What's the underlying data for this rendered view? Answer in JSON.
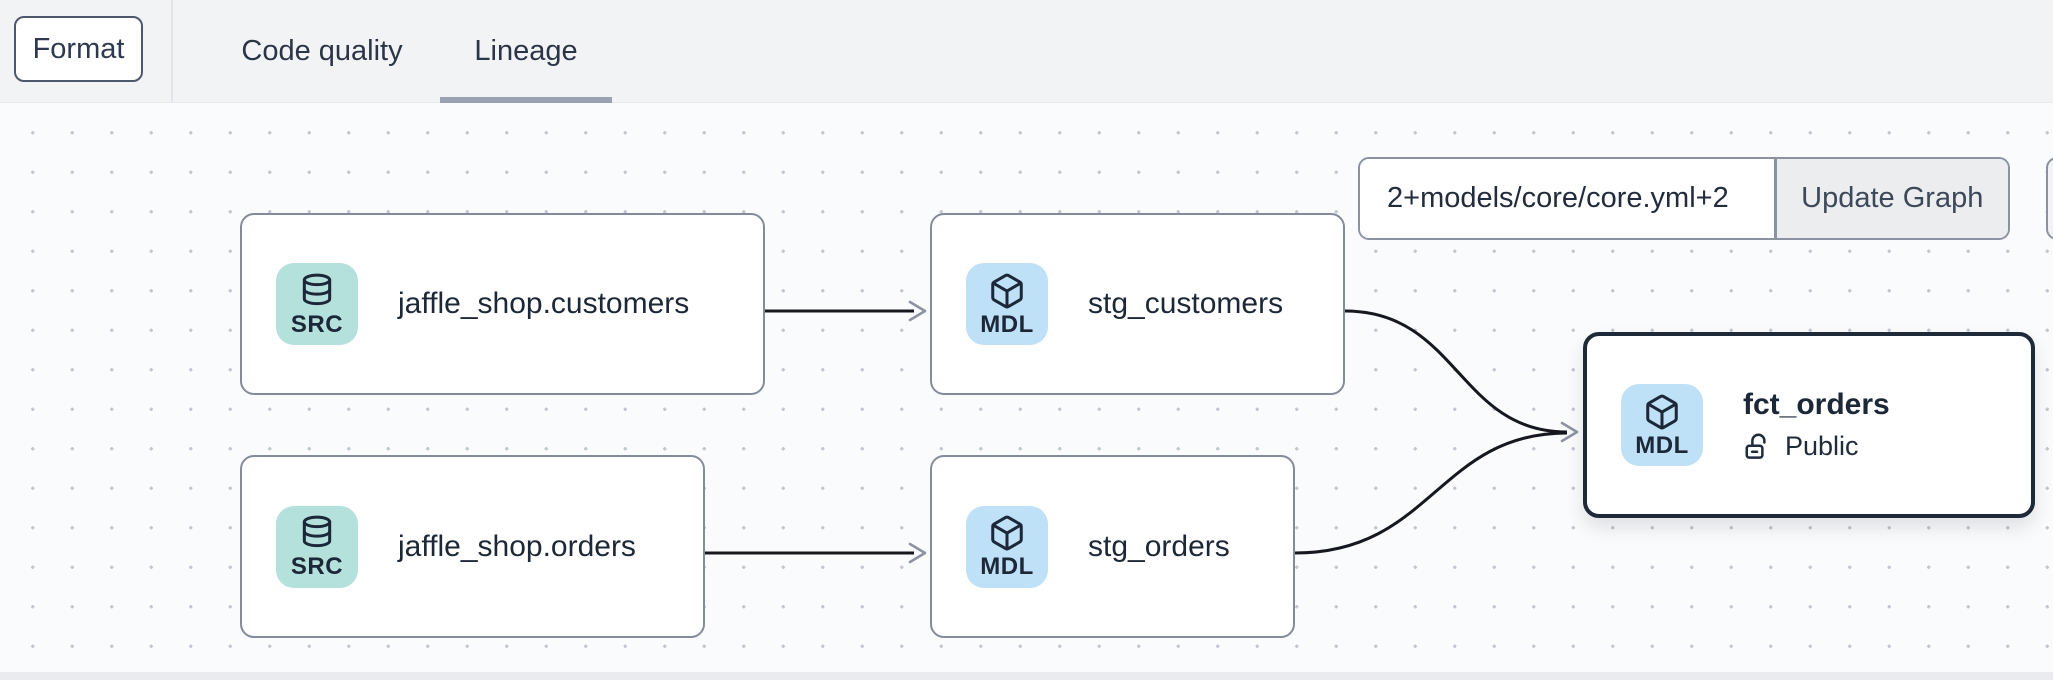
{
  "toolbar": {
    "format_button": "Format",
    "tabs": [
      {
        "label": "Code quality",
        "active": false
      },
      {
        "label": "Lineage",
        "active": true
      }
    ]
  },
  "graph_controls": {
    "selector_input": "2+models/core/core.yml+2",
    "update_button": "Update Graph"
  },
  "lineage_graph": {
    "nodes": [
      {
        "id": "jaffle_shop.customers",
        "resource_type": "SRC",
        "label": "jaffle_shop.customers",
        "icon": "database-icon"
      },
      {
        "id": "stg_customers",
        "resource_type": "MDL",
        "label": "stg_customers",
        "icon": "cube-icon"
      },
      {
        "id": "jaffle_shop.orders",
        "resource_type": "SRC",
        "label": "jaffle_shop.orders",
        "icon": "database-icon"
      },
      {
        "id": "stg_orders",
        "resource_type": "MDL",
        "label": "stg_orders",
        "icon": "cube-icon"
      },
      {
        "id": "fct_orders",
        "resource_type": "MDL",
        "label": "fct_orders",
        "icon": "cube-icon",
        "access": "Public",
        "access_icon": "unlock-icon",
        "selected": true
      }
    ],
    "edges": [
      {
        "from": "jaffle_shop.customers",
        "to": "stg_customers"
      },
      {
        "from": "jaffle_shop.orders",
        "to": "stg_orders"
      },
      {
        "from": "stg_customers",
        "to": "fct_orders"
      },
      {
        "from": "stg_orders",
        "to": "fct_orders"
      }
    ]
  },
  "colors": {
    "topbar_bg": "#f2f3f5",
    "canvas_bg": "#fafbfc",
    "dot": "#c3c7cf",
    "node_border": "#848c9b",
    "selected_node_border": "#1e2939",
    "node_text": "#1c2737",
    "source_badge_bg": "#b4e1db",
    "model_badge_bg": "#bfe1f8",
    "edge": "#15181e",
    "arrowhead": "#8d93a0",
    "tab_underline": "#9aa2b1",
    "button_border": "#4e586c",
    "control_border": "#8a92a3",
    "update_button_bg": "#ecedef"
  }
}
